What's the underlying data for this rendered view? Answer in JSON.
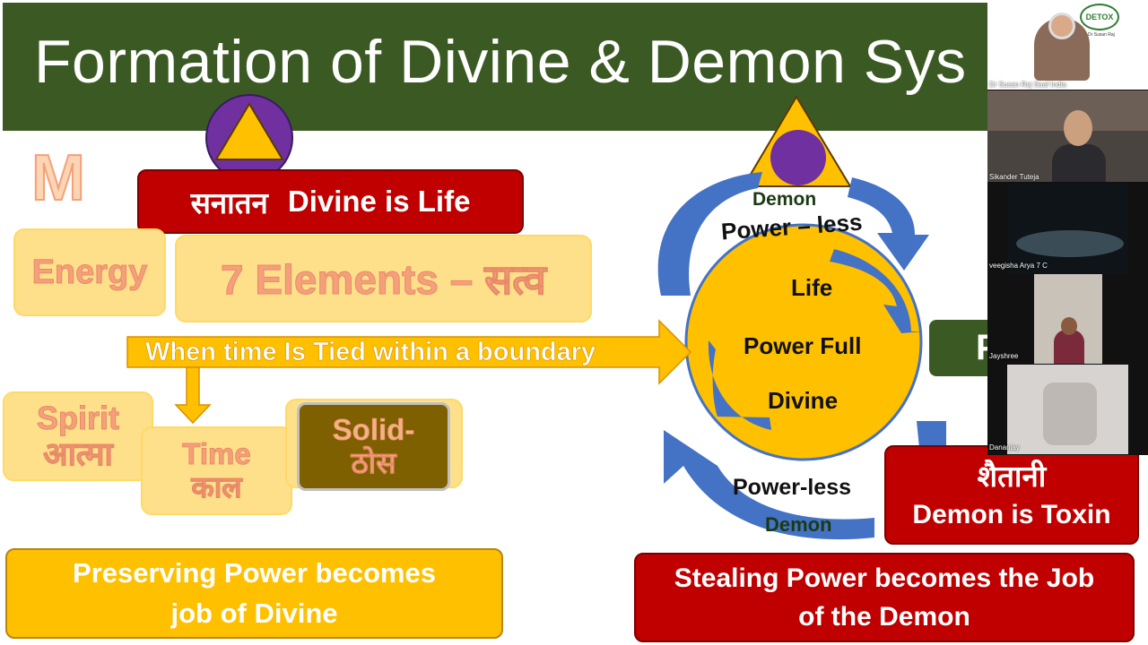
{
  "slide": {
    "title": "Formation of Divine & Demon Sys",
    "letter_m": "M",
    "sanatan_box": {
      "hindi": "सनातन",
      "english": "Divine is Life"
    },
    "energy_box": "Energy",
    "elements_box": "7 Elements – सत्व",
    "arrow_text": "When time Is Tied within a boundary",
    "spirit_box": {
      "line1": "Spirit",
      "line2": "आत्मा"
    },
    "time_box": {
      "line1": "Time",
      "line2": "काल"
    },
    "solid_box": {
      "line1": "Solid-",
      "line2": "ठोस"
    },
    "preserving_box": {
      "line1": "Preserving Power becomes",
      "line2": "job of Divine"
    },
    "cycle": {
      "top_demon": "Demon",
      "top_powerless": "Power – less",
      "life": "Life",
      "power_full": "Power Full",
      "divine": "Divine",
      "bottom_powerless": "Power-less",
      "bottom_demon": "Demon"
    },
    "partial_box_letter": "P",
    "shaitani_box": {
      "hindi": "शैतानी",
      "english": "Demon is Toxin"
    },
    "stealing_box": {
      "line1": "Stealing Power becomes the Job",
      "line2": "of the Demon"
    },
    "colors": {
      "title_green": "#3b5a23",
      "red": "#c00000",
      "gold": "#ffc000",
      "purple": "#7030a0",
      "arrow_blue": "#4472c4",
      "olive_brown": "#7f6000"
    }
  },
  "participants": [
    {
      "name": "Dr Susan Raj Saaf India",
      "logo_text": "DETOX",
      "logo_sub": "Dr Susan Raj"
    },
    {
      "name": "Sikander Tuteja"
    },
    {
      "name": "veegisha Arya 7 C"
    },
    {
      "name": "Jayshree"
    },
    {
      "name": "Dananjay"
    }
  ]
}
